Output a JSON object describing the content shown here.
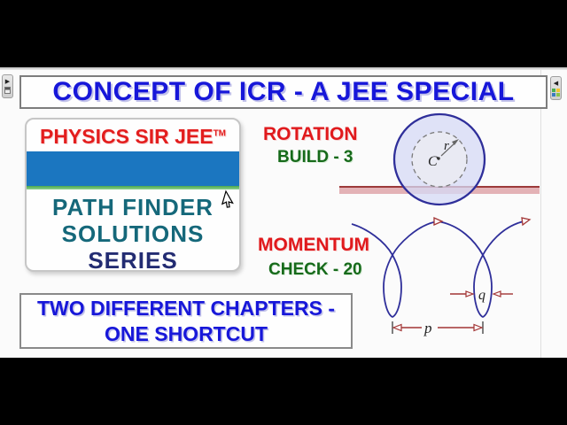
{
  "title_bar": {
    "text": "CONCEPT OF ICR - A JEE SPECIAL"
  },
  "edge_buttons": {
    "left": {
      "arrow": "▶"
    },
    "right": {
      "arrow": "◀"
    }
  },
  "brand_card": {
    "heading": "PHYSICS SIR JEE",
    "trademark": "TM",
    "line1": "PATH FINDER",
    "line2": "SOLUTIONS",
    "line3": "SERIES",
    "colors": {
      "heading_red": "#e31e1e",
      "band_blue": "#1b76c0",
      "underline_green": "#5cb85c",
      "teal": "#15687a",
      "navy": "#232c72"
    }
  },
  "topics": {
    "rotation": {
      "title": "ROTATION",
      "subtitle": "BUILD - 3"
    },
    "momentum": {
      "title": "MOMENTUM",
      "subtitle": "CHECK - 20"
    }
  },
  "footer_box": {
    "line1": "TWO DIFFERENT CHAPTERS -",
    "line2": "ONE SHORTCUT"
  },
  "wheel_diagram": {
    "center_label": "C",
    "radius_label": "r"
  },
  "cycloid_diagram": {
    "loop_width_label": "q",
    "period_label": "p"
  },
  "colors": {
    "title_blue": "#1717d9",
    "accent_red": "#e0191c",
    "accent_green": "#166a1a",
    "curve_navy": "#2f2f9a",
    "annotation_red": "#a23535",
    "ground_dark_red": "#9c3a3a",
    "ground_pink": "#e3b2b6"
  }
}
